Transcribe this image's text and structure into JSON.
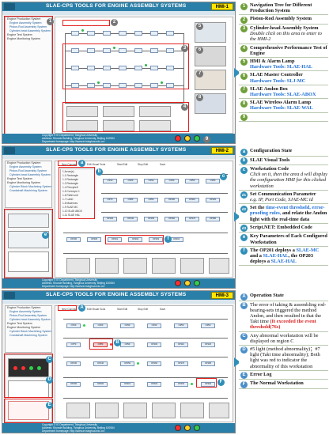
{
  "app_title": "SLAE-CPS TOOLS  FOR ENGINE ASSEMBLY SYSTEMS",
  "hmi1": {
    "badge": "HMI-1",
    "tree": [
      "Engine Production System",
      "Engine Assembly System",
      "Piston-Rod Assembly System",
      "Cylinder-head Assembly System",
      "Engine Test System",
      "Engine Monitoring System"
    ],
    "footer": [
      "Copyright © IE Department, Tsinghua University",
      "Address: Shunde Building, Tsinghua University, Beijing 100084",
      "Department homepage: http://www.ie.tsinghua.edu.cn/"
    ],
    "markers": [
      "1",
      "2",
      "3",
      "4",
      "5",
      "6",
      "7",
      "8",
      "9"
    ]
  },
  "hmi2": {
    "badge": "HMI-2",
    "tree": [
      "Engine Production System",
      "Engine Assembly System",
      "Piston-Rod Assembly System",
      "Cylinder-head Assembly System",
      "Engine Test System",
      "Engine Monitoring System",
      "Cylinder Block Machining System",
      "Crankshaft Machining System"
    ],
    "toolbar": [
      "New Canvas",
      "Edit Visual Tools",
      "Start Edit",
      "Stop Edit",
      "Save"
    ],
    "tools": [
      "1 Arrow(s)",
      "1-1 Rectangle",
      "1-2 Rectangle",
      "1-3 Rectangle",
      "1-4 PrincipleS",
      "1-5 Conveyor 1",
      "1-6 Pallet unit",
      "1-7 Label",
      "1-8 Machines",
      "1-9 SLAE MC",
      "1-10 SLAE ABOX",
      "1-11 SLAE HAL",
      "1-12 SLAE WAL"
    ],
    "stations": [
      "OP10",
      "OP20",
      "OP30",
      "OP40",
      "OP50",
      "OP60",
      "OP70",
      "OP80",
      "OP90",
      "OP100",
      "OP110",
      "OP120",
      "OP130",
      "OP140",
      "OP150",
      "OP160",
      "OP170",
      "OP180",
      "OP190",
      "OP200",
      "OP201",
      "OP202",
      "OP203",
      "OP204"
    ],
    "footer": [
      "Copyright © IE Department, Tsinghua University",
      "Address: Shunde Building, Tsinghua University, Beijing 100084",
      "Department homepage: http://www.ie.tsinghua.edu.cn/"
    ],
    "markers": [
      "a",
      "b",
      "c",
      "d",
      "e",
      "f"
    ]
  },
  "hmi3": {
    "badge": "HMI-3",
    "tree": [
      "Engine Production System",
      "Engine Assembly System",
      "Piston-Rod Assembly System",
      "Cylinder-head Assembly System",
      "Engine Test System",
      "Engine Monitoring System",
      "Cylinder Block Machining System",
      "Crankshaft Machining System"
    ],
    "toolbar": [
      "New Canvas",
      "Edit Visual Tools",
      "Start Edit",
      "Stop Edit",
      "Save"
    ],
    "stations": [
      "OP10",
      "OP20",
      "OP30",
      "OP40",
      "OP50",
      "OP60",
      "OP70",
      "OP80",
      "OP90",
      "OP100",
      "OP110",
      "OP120",
      "OP130",
      "OP140",
      "OP150",
      "OP160",
      "OP170",
      "OP180",
      "OP190",
      "OP200",
      "OP201",
      "OP202",
      "OP203",
      "OP204"
    ],
    "footer": [
      "Copyright © IE Department, Tsinghua University",
      "Address: Shunde Building, Tsinghua University, Beijing 100084",
      "Department homepage: http://www.ie.tsinghua.edu.cn/"
    ],
    "markers": [
      "A",
      "B",
      "C",
      "D",
      "E",
      "F"
    ]
  },
  "legend1": [
    {
      "n": "1",
      "t": "Navigation Tree for Different Production System"
    },
    {
      "n": "2",
      "t": "Piston-Rod Assembly System"
    },
    {
      "n": "3",
      "t": "Cylinder-head Assembly System",
      "i": "Double click on this area to enter to the HMI-2"
    },
    {
      "n": "4",
      "t": "Comprehensive Performance Test  of Engine"
    },
    {
      "n": "5",
      "t": "HMI & Alarm Lamp",
      "h": "Hardware Tools: SLAE-HAL"
    },
    {
      "n": "6",
      "t": "SLAE Master Controller",
      "h": "Hardware Tools: SLJ-MC"
    },
    {
      "n": "7",
      "t": "SLAE Andon Box",
      "h": "Hardware Tools: SLAE-ABOX"
    },
    {
      "n": "8",
      "t": "SLAE  Wireless  Alarm Lamp",
      "h": "Hardware Tools: SLAE-WAL"
    },
    {
      "n": "9",
      "t": ""
    }
  ],
  "legend2": [
    {
      "n": "a",
      "t": "Configuration State"
    },
    {
      "n": "b",
      "t": "SLAE Visual Tools"
    },
    {
      "n": "c",
      "t": "Workstation Code",
      "i": "Click on it, then the  area d will display the configuration HMI for this clicked workstation"
    },
    {
      "n": "d1",
      "t": "Set Communication Parameter",
      "i": "e.g. IP, Port Code, SJAE-MC id"
    },
    {
      "n": "d2",
      "t": "Set the",
      "h": "time-event threshold, error-proofing rules,",
      "t2": "and relate the Andon light with the real-time data"
    },
    {
      "n": "d3",
      "t": "Script.NET: Embedded Code"
    },
    {
      "n": "e",
      "t": "Key Parameters of Each Configured Workstation"
    },
    {
      "n": "f",
      "t": "The OP201 deploys a",
      "h": "SLAE-MC",
      "t2": "and a",
      "h2": "SLAE-HAL",
      "t3": ", the OP203 deploys a",
      "h3": "SLAE-HAL"
    }
  ],
  "legend3": [
    {
      "n": "A",
      "t": "Operation State"
    },
    {
      "n": "B",
      "t": "The error of taking & assembling rod-bearing-sets triggered the method Andon, and then resulted in that the Takt time",
      "r": "(It exceeded the event threshold(76s)"
    },
    {
      "n": "C",
      "t": "Any abnormal workstation will be displayed on region C"
    },
    {
      "n": "D",
      "t": "#5 light (method abnormality)；#7 light (Takt time abnormality); Both light was red to indicator the abnormality of this workstation"
    },
    {
      "n": "E",
      "t": "Error Log"
    },
    {
      "n": "F",
      "t": "The Normal Workstation"
    }
  ]
}
